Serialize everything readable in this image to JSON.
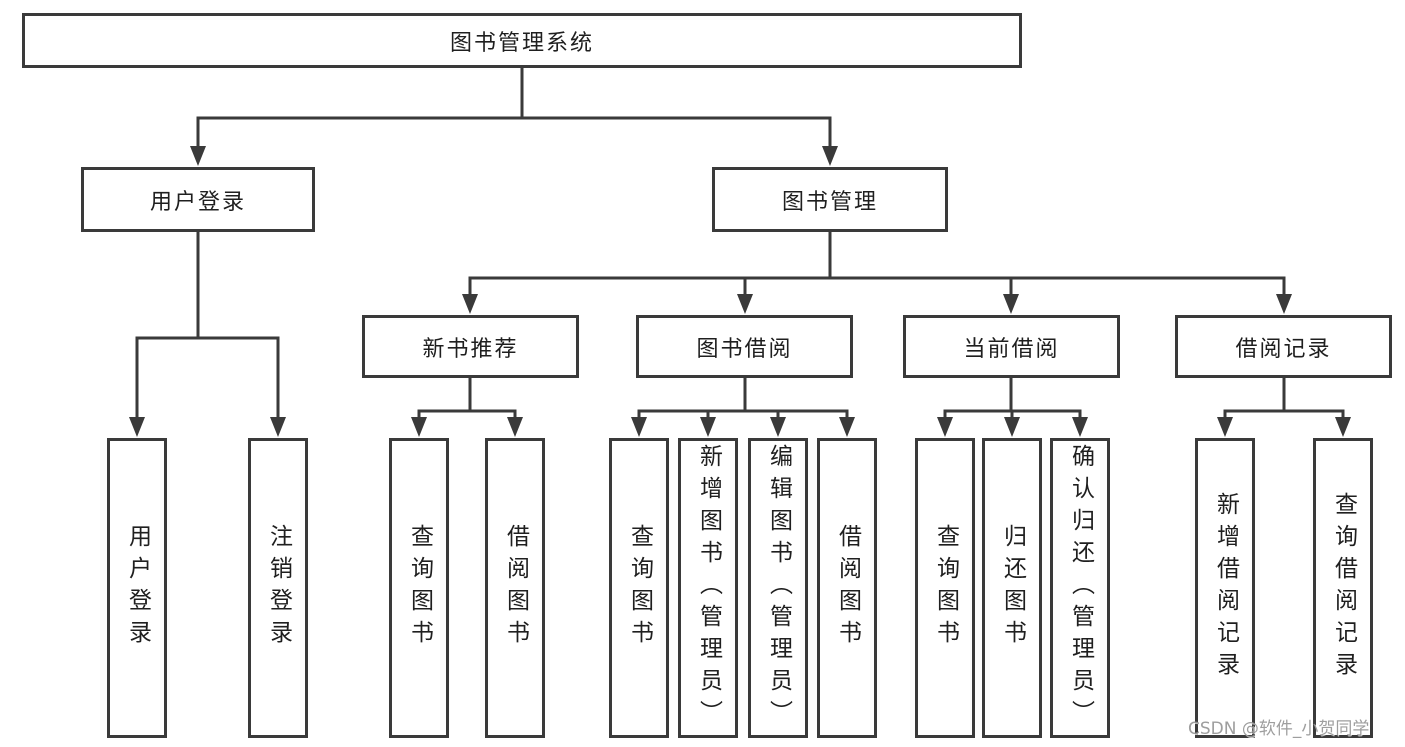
{
  "diagram": {
    "root": {
      "label": "图书管理系统"
    },
    "branches": [
      {
        "label": "用户登录",
        "children": [
          {
            "label": "用户登录"
          },
          {
            "label": "注销登录"
          }
        ]
      },
      {
        "label": "图书管理",
        "children": [
          {
            "label": "新书推荐",
            "children": [
              {
                "label": "查询图书"
              },
              {
                "label": "借阅图书"
              }
            ]
          },
          {
            "label": "图书借阅",
            "children": [
              {
                "label": "查询图书"
              },
              {
                "label": "新增图书（管理员）"
              },
              {
                "label": "编辑图书（管理员）"
              },
              {
                "label": "借阅图书"
              }
            ]
          },
          {
            "label": "当前借阅",
            "children": [
              {
                "label": "查询图书"
              },
              {
                "label": "归还图书"
              },
              {
                "label": "确认归还（管理员）"
              }
            ]
          },
          {
            "label": "借阅记录",
            "children": [
              {
                "label": "新增借阅记录"
              },
              {
                "label": "查询借阅记录"
              }
            ]
          }
        ]
      }
    ]
  },
  "watermark": {
    "text": "CSDN @软件_小贺同学"
  },
  "colors": {
    "line": "#3a3a3a",
    "box_border": "#3a3a3a",
    "text": "#1f1f1f",
    "watermark": "#949494",
    "background": "#ffffff"
  }
}
